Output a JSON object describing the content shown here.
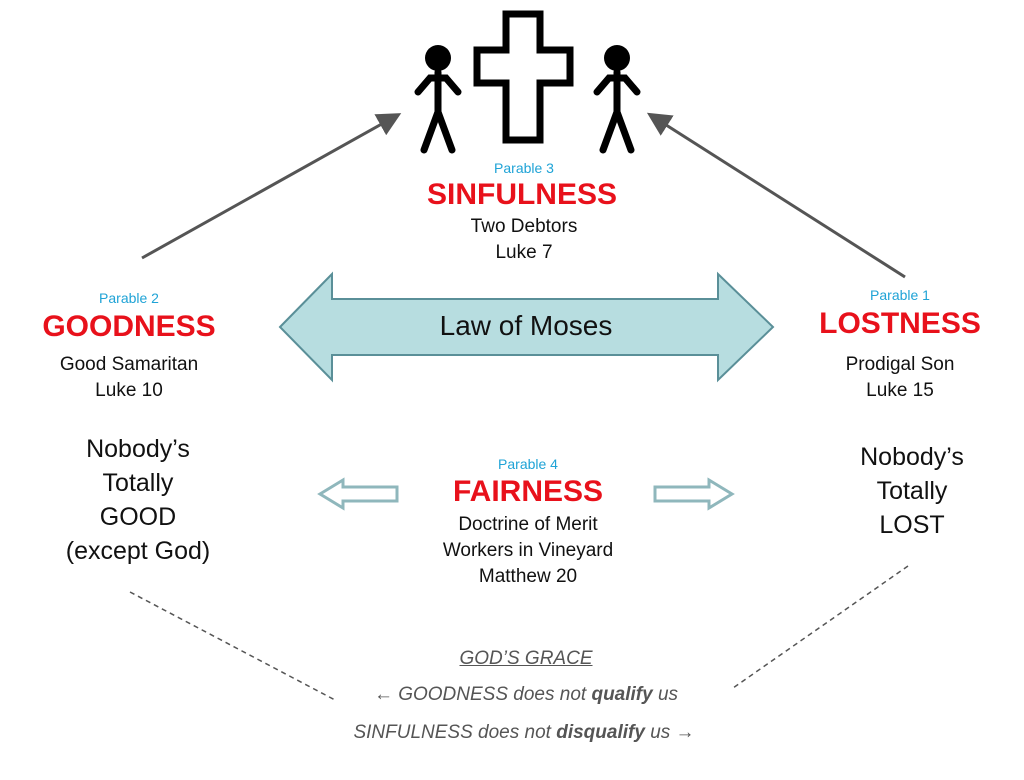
{
  "top": {
    "parable": "Parable 3",
    "title": "SINFULNESS",
    "lines": [
      "Two Debtors",
      "Luke 7"
    ]
  },
  "left": {
    "parable": "Parable 2",
    "title": "GOODNESS",
    "lines": [
      "Good Samaritan",
      "Luke 10"
    ],
    "note": [
      "Nobody’s",
      "Totally",
      "GOOD",
      "(except God)"
    ]
  },
  "right": {
    "parable": "Parable 1",
    "title": "LOSTNESS",
    "lines": [
      "Prodigal Son",
      "Luke 15"
    ],
    "note": [
      "Nobody’s",
      "Totally",
      "LOST"
    ]
  },
  "center": {
    "label": "Law of Moses"
  },
  "bottom": {
    "parable": "Parable 4",
    "title": "FAIRNESS",
    "lines": [
      "Doctrine of Merit",
      "Workers in Vineyard",
      "Matthew 20"
    ]
  },
  "grace": {
    "heading": "GOD’S GRACE",
    "line1_pre": "← GOODNESS does not ",
    "line1_bold": "qualify",
    "line1_post": " us",
    "line2_pre": "SINFULNESS does not ",
    "line2_bold": "disqualify",
    "line2_post": " us →"
  }
}
